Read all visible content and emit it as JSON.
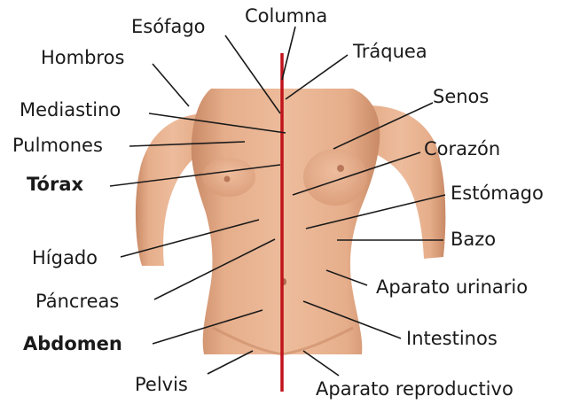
{
  "colors": {
    "skin": "#e8b08e",
    "skin_shadow": "#c98a66",
    "midline": "#c0141b",
    "leader": "#1a1a1a"
  },
  "labels": {
    "esofago": "Esófago",
    "columna": "Columna",
    "hombros": "Hombros",
    "traquea": "Tráquea",
    "senos": "Senos",
    "mediastino": "Mediastino",
    "pulmones": "Pulmones",
    "corazon": "Corazón",
    "torax": "Tórax",
    "estomago": "Estómago",
    "bazo": "Bazo",
    "higado": "Hígado",
    "aparato_urinario": "Aparato urinario",
    "pancreas": "Páncreas",
    "intestinos": "Intestinos",
    "abdomen": "Abdomen",
    "pelvis": "Pelvis",
    "aparato_reproductivo": "Aparato reproductivo"
  }
}
